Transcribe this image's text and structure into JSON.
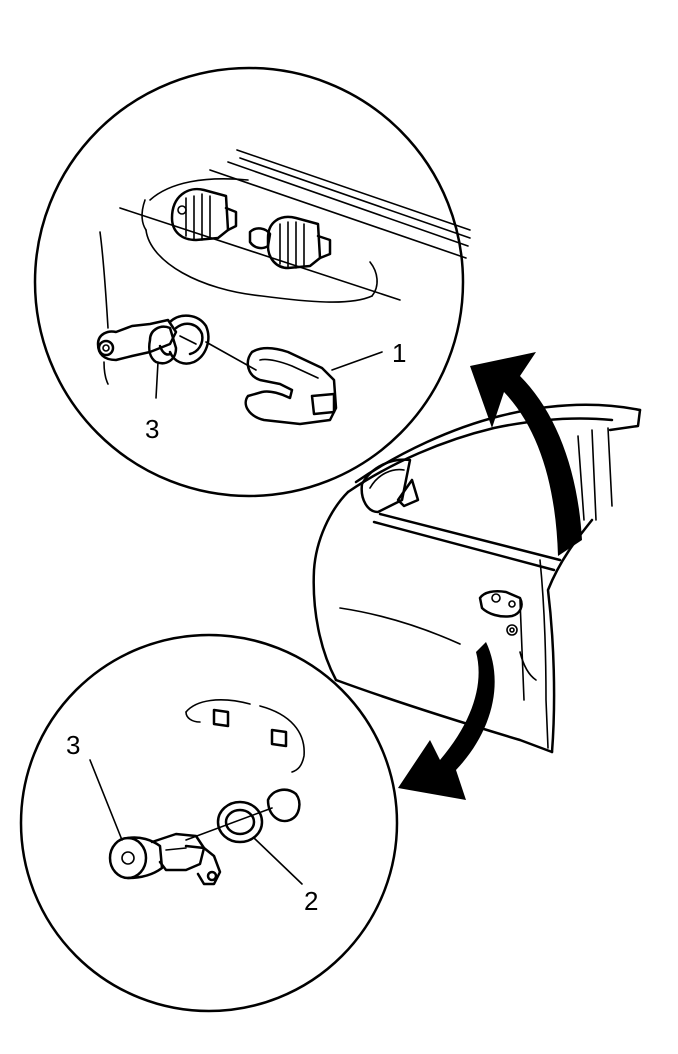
{
  "callouts": {
    "top_right": "1",
    "top_left": "3",
    "bottom_left": "3",
    "bottom_right": "2"
  },
  "colors": {
    "ink": "#000000",
    "background": "#ffffff"
  }
}
